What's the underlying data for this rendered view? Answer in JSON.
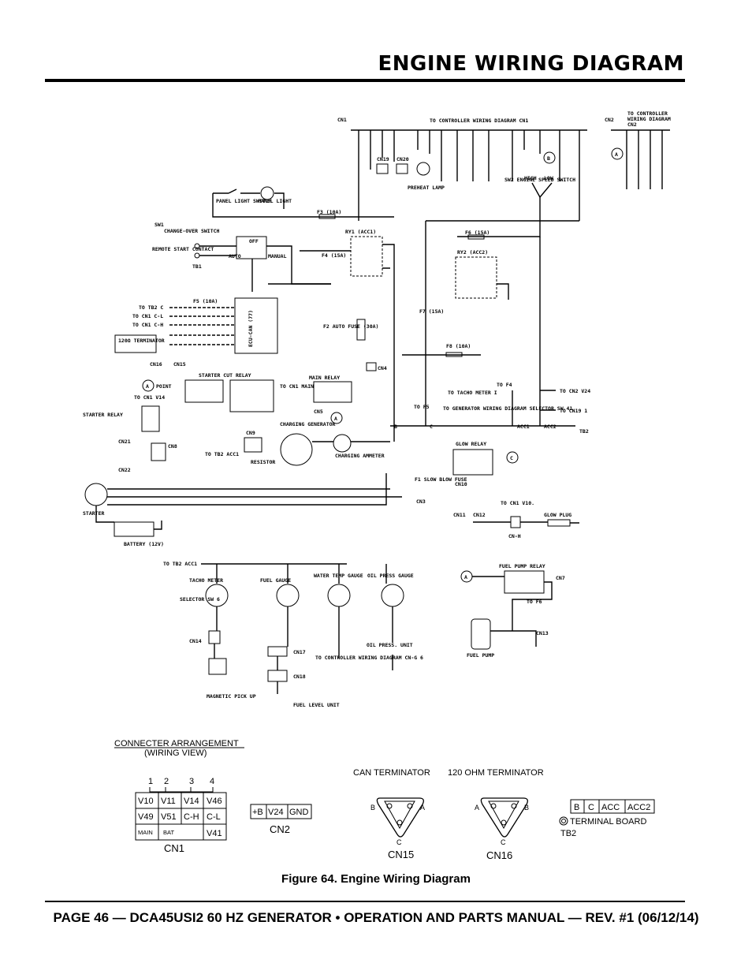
{
  "title": "ENGINE WIRING DIAGRAM",
  "caption": "Figure 64. Engine Wiring Diagram",
  "footer": "PAGE 46 — DCA45USI2 60 HZ GENERATOR • OPERATION AND PARTS MANUAL — REV. #1 (06/12/14)",
  "labels": {
    "cn1": "CN1",
    "to_controller": "TO CONTROLLER WIRING DIAGRAM CN1",
    "cn2": "CN2",
    "to_controller_cn2_1": "TO CONTROLLER",
    "to_controller_cn2_2": "WIRING DIAGRAM",
    "to_controller_cn2_3": "CN2",
    "panel_light_switch": "PANEL LIGHT SWITCH",
    "panel_light": "PANEL LIGHT",
    "sw1": "SW1",
    "change_over_switch": "CHANGE-OVER SWITCH",
    "remote_start": "REMOTE START CONTACT",
    "tb1": "TB1",
    "off": "OFF",
    "auto": "AUTO",
    "manual": "MANUAL",
    "ry1": "RY1 (ACC1)",
    "ry2": "RY2 (ACC2)",
    "f3": "F3 (10A)",
    "f4": "F4 (15A)",
    "f5": "F5 (10A)",
    "f6": "F6 (15A)",
    "f7": "F7 (15A)",
    "f8": "F8 (10A)",
    "ecu_can": "ECU-CAN (77)",
    "to_tb2_c": "TO TB2 C",
    "to_cn1_cl": "TO CN1 C-L",
    "to_cn1_ch": "TO CN1 C-H",
    "terminator": "120Ω TERMINATOR",
    "cn16": "CN16",
    "cn15": "CN15",
    "cn19": "CN19",
    "cn20": "CN20",
    "preheat_lamp": "PREHEAT LAMP",
    "sw2": "SW2 ENGINE SPEED SWITCH",
    "high": "HIGH",
    "low": "LOW",
    "starter_cut_relay": "STARTER CUT RELAY",
    "main_relay": "MAIN RELAY",
    "starter_relay": "STARTER RELAY",
    "a_point": "POINT",
    "to_cn1_v14": "TO CN1 V14",
    "to_cn1_main": "TO CN1 MAIN",
    "cn8": "CN8",
    "cn5": "CN5",
    "cn4": "CN4",
    "cn9": "CN9",
    "f2_auto_fuse": "F2 AUTO FUSE (30A)",
    "charging_generator": "CHARGING GENERATOR",
    "charging_ammeter": "CHARGING AMMETER",
    "resistor": "RESISTOR",
    "tb2": "TB2",
    "acc1": "ACC1",
    "acc2": "ACC2",
    "cn21": "CN21",
    "cn22": "CN22",
    "starter": "STARTER",
    "battery": "BATTERY (12V)",
    "to_f4": "TO F4",
    "to_f5": "TO F5",
    "to_tacho": "TO TACHO METER I",
    "to_gen_selector": "TO GENERATOR WIRING DIAGRAM SELECTOR SW 41",
    "to_cn2_v24": "TO CN2 V24",
    "to_cn19": "TO CN19 1",
    "glow_relay": "GLOW RELAY",
    "slow_blow_fuse": "F1 SLOW BLOW FUSE",
    "cn3": "CN3",
    "cn10": "CN10",
    "cn11": "CN11",
    "cn12": "CN12",
    "to_cn1_v10": "TO CN1 V10.",
    "glow_plug": "GLOW PLUG",
    "cn_h": "CN-H",
    "tacho_meter": "TACHO METER",
    "fuel_gauge": "FUEL GAUGE",
    "water_temp": "WATER TEMP GAUGE",
    "oil_press": "OIL PRESS GAUGE",
    "selector_sw6": "SELECTOR SW 6",
    "cn14": "CN14",
    "cn17": "CN17",
    "cn18": "CN18",
    "magnetic_pickup": "MAGNETIC PICK UP",
    "fuel_level": "FUEL LEVEL UNIT",
    "oil_press_unit": "OIL PRESS. UNIT",
    "to_controller_cn1_6": "TO CONTROLLER WIRING DIAGRAM CN-G 6",
    "fuel_pump_relay": "FUEL PUMP RELAY",
    "fuel_pump": "FUEL PUMP",
    "cn7": "CN7",
    "cn13": "CN13",
    "to_f6": "TO F6",
    "to_tb2_acc1": "TO TB2 ACC1",
    "connector_arrangement": "CONNECTER ARRANGEMENT",
    "wiring_view": "(WIRING VIEW)",
    "can_terminator": "CAN TERMINATOR",
    "ohm_terminator": "120 OHM TERMINATOR",
    "terminal_board": "TERMINAL BOARD",
    "cn15_label": "CN15",
    "cn16_label": "CN16",
    "cn1_label": "CN1",
    "cn2_label": "CN2",
    "tb2_label": "TB2"
  },
  "cn1_grid": {
    "numbers": [
      "1",
      "2",
      "3",
      "4"
    ],
    "rows": [
      [
        "V10",
        "V11",
        "V14",
        "V46"
      ],
      [
        "V49",
        "V51",
        "C-H",
        "C-L"
      ],
      [
        "MAIN",
        "BAT",
        "",
        "V41"
      ]
    ]
  },
  "cn2_grid": [
    "+B",
    "V24",
    "GND"
  ],
  "tb2_grid": [
    "B",
    "C",
    "ACC",
    "ACC2"
  ],
  "pin_labels": {
    "a": "A",
    "b": "B",
    "c": "C"
  }
}
